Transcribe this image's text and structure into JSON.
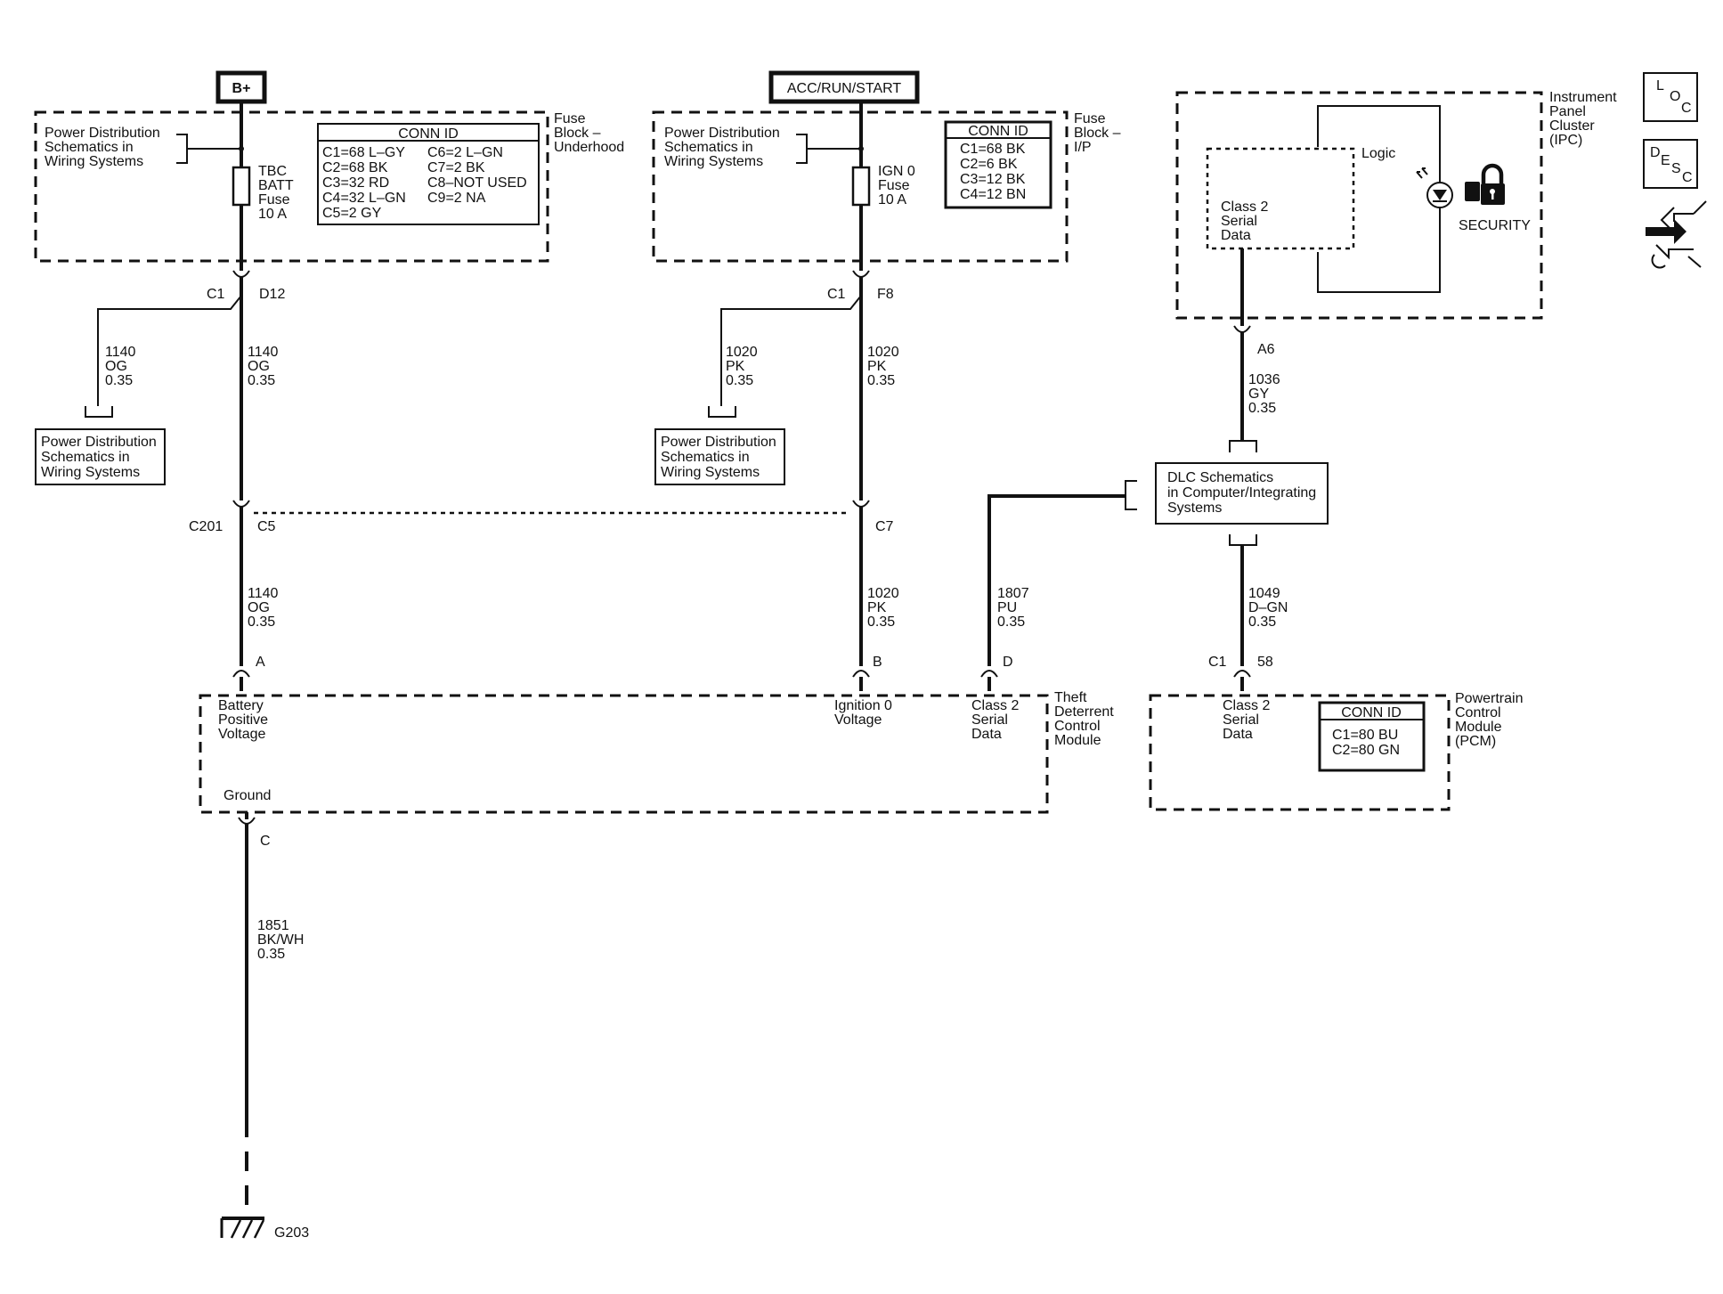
{
  "power_sources": {
    "b_plus": "B+",
    "acc_run_start": "ACC/RUN/START"
  },
  "fuse_block_underhood": {
    "title": [
      "Fuse",
      "Block –",
      "Underhood"
    ],
    "ref_note": [
      "Power Distribution",
      "Schematics in",
      "Wiring Systems"
    ],
    "fuse_label": [
      "TBC",
      "BATT",
      "Fuse",
      "10 A"
    ],
    "conn_id_title": "CONN ID",
    "conn_id_left": [
      "C1=68 L–GY",
      "C2=68 BK",
      "C3=32 RD",
      "C4=32 L–GN",
      "C5=2 GY"
    ],
    "conn_id_right": [
      "C6=2 L–GN",
      "C7=2 BK",
      "C8–NOT USED",
      "C9=2 NA"
    ]
  },
  "fuse_block_ip": {
    "title": [
      "Fuse",
      "Block –",
      "I/P"
    ],
    "ref_note": [
      "Power Distribution",
      "Schematics in",
      "Wiring Systems"
    ],
    "fuse_label": [
      "IGN 0",
      "Fuse",
      "10 A"
    ],
    "conn_id_title": "CONN ID",
    "conn_id": [
      "C1=68 BK",
      "C2=6 BK",
      "C3=12 BK",
      "C4=12 BN"
    ]
  },
  "ipc": {
    "title": [
      "Instrument",
      "Panel",
      "Cluster",
      "(IPC)"
    ],
    "logic_label": "Logic",
    "class2_label": [
      "Class 2",
      "Serial",
      "Data"
    ],
    "security_label": "SECURITY"
  },
  "legend": {
    "loc": [
      "L",
      "O",
      "C"
    ],
    "desc": [
      "D",
      "E",
      "S",
      "C"
    ]
  },
  "connectors": {
    "c1_left": "C1",
    "d12": "D12",
    "c1_mid": "C1",
    "f8": "F8",
    "a6": "A6",
    "c201": "C201",
    "c5": "C5",
    "c7": "C7",
    "pin_a": "A",
    "pin_b": "B",
    "pin_d": "D",
    "pcm_c1": "C1",
    "pcm_58": "58",
    "pin_c": "C",
    "g203": "G203"
  },
  "wires": {
    "w1140_branch": [
      "1140",
      "OG",
      "0.35"
    ],
    "w1140_main": [
      "1140",
      "OG",
      "0.35"
    ],
    "w1140_lower": [
      "1140",
      "OG",
      "0.35"
    ],
    "w1020_branch": [
      "1020",
      "PK",
      "0.35"
    ],
    "w1020_main": [
      "1020",
      "PK",
      "0.35"
    ],
    "w1020_lower": [
      "1020",
      "PK",
      "0.35"
    ],
    "w1036": [
      "1036",
      "GY",
      "0.35"
    ],
    "w1807": [
      "1807",
      "PU",
      "0.35"
    ],
    "w1049": [
      "1049",
      "D–GN",
      "0.35"
    ],
    "w1851": [
      "1851",
      "BK/WH",
      "0.35"
    ]
  },
  "ref_boxes": {
    "pd_left": [
      "Power Distribution",
      "Schematics in",
      "Wiring Systems"
    ],
    "pd_mid": [
      "Power Distribution",
      "Schematics in",
      "Wiring Systems"
    ],
    "dlc": [
      "DLC Schematics",
      "in Computer/Integrating",
      "Systems"
    ]
  },
  "tdcm": {
    "title": [
      "Theft",
      "Deterrent",
      "Control",
      "Module"
    ],
    "battery": [
      "Battery",
      "Positive",
      "Voltage"
    ],
    "ignition": [
      "Ignition 0",
      "Voltage"
    ],
    "class2": [
      "Class 2",
      "Serial",
      "Data"
    ],
    "ground": "Ground"
  },
  "pcm": {
    "title": [
      "Powertrain",
      "Control",
      "Module",
      "(PCM)"
    ],
    "class2": [
      "Class 2",
      "Serial",
      "Data"
    ],
    "conn_id_title": "CONN ID",
    "conn_id": [
      "C1=80 BU",
      "C2=80 GN"
    ]
  }
}
